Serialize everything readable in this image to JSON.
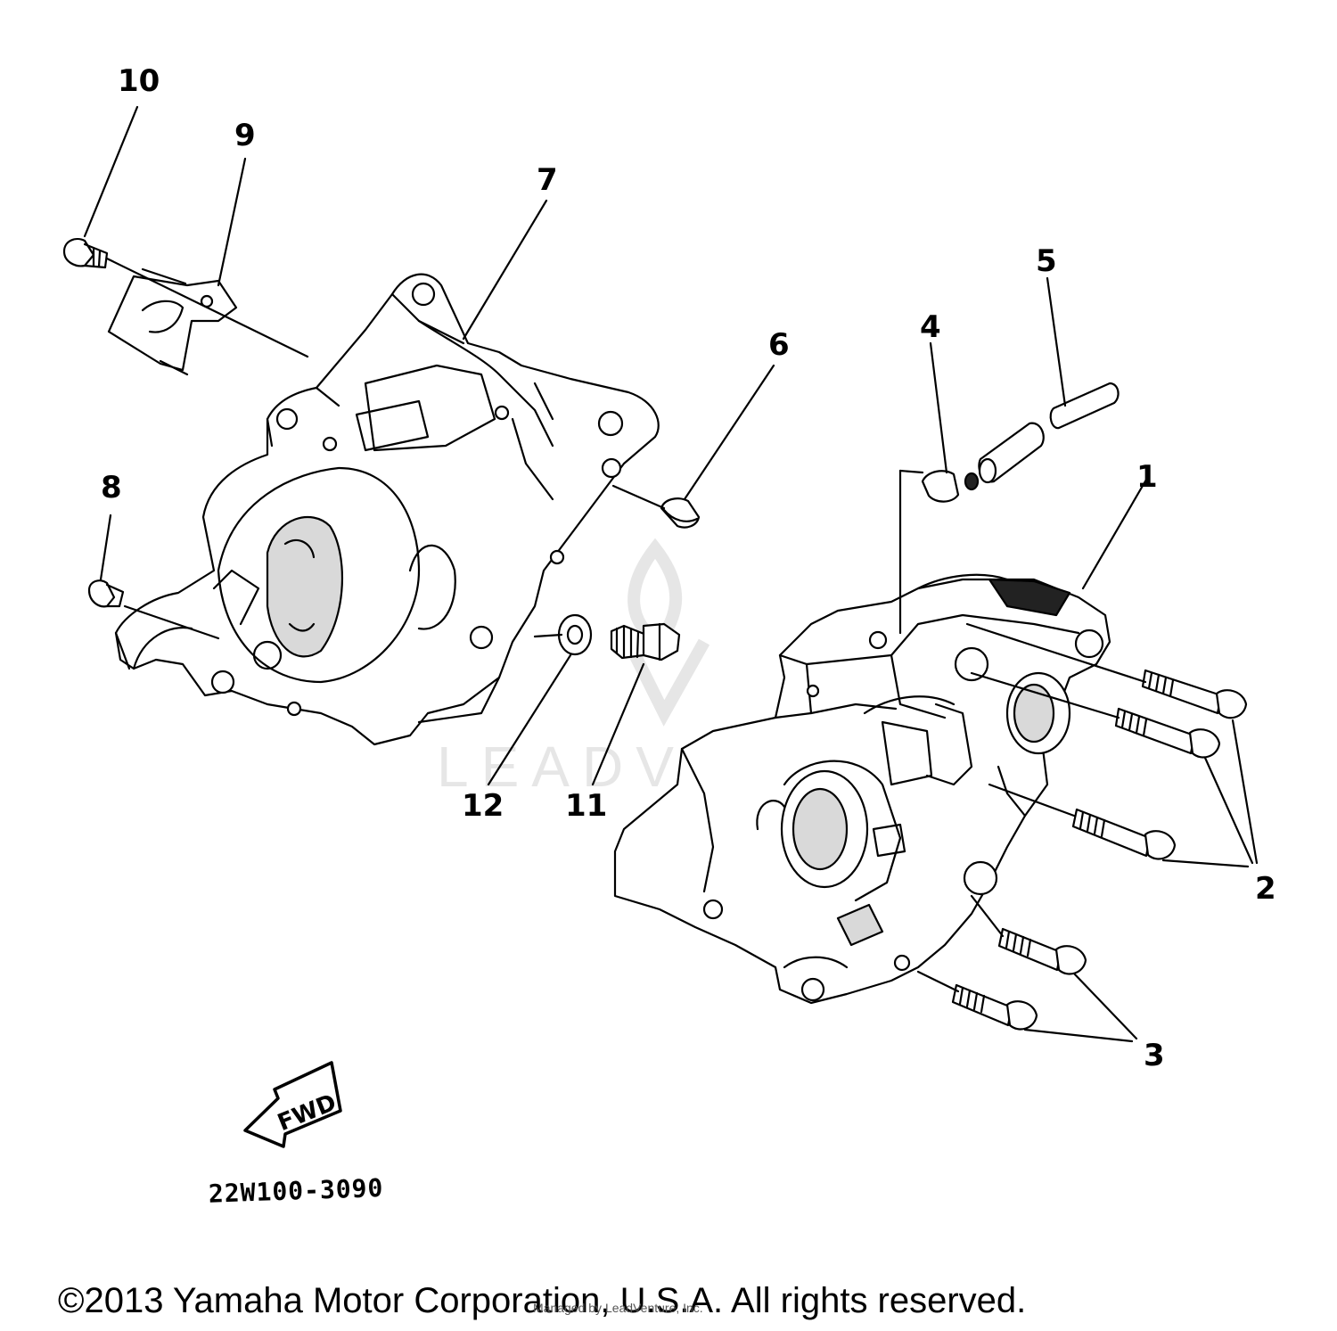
{
  "callouts": {
    "c1": "1",
    "c2": "2",
    "c3": "3",
    "c4": "4",
    "c5": "5",
    "c6": "6",
    "c7": "7",
    "c8": "8",
    "c9": "9",
    "c10": "10",
    "c11": "11",
    "c12": "12"
  },
  "direction_label": "FWD",
  "part_number": "22W100-3090",
  "watermark": "LEADVENTURE",
  "copyright": "©2013 Yamaha Motor Corporation, U.S.A. All rights reserved.",
  "attribution": "Managed by LeadVenture, Inc."
}
